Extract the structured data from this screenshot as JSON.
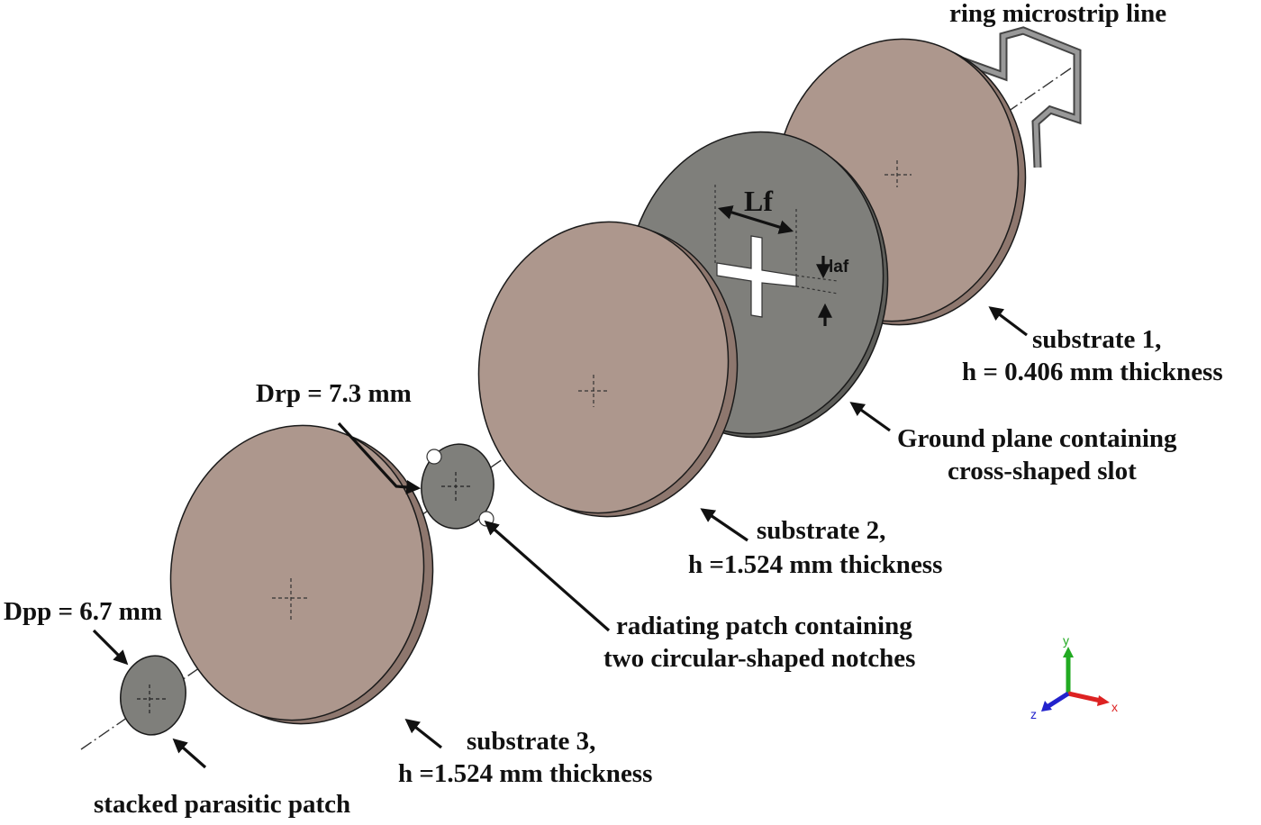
{
  "labels": {
    "ring_line": "ring microstrip line",
    "substrate1_name": "substrate 1,",
    "substrate1_h": "h = 0.406 mm thickness",
    "ground_line1": "Ground plane containing",
    "ground_line2": "cross-shaped slot",
    "substrate2_name": "substrate 2,",
    "substrate2_h": "h =1.524 mm thickness",
    "drp": "Drp = 7.3 mm",
    "radiating_line1": "radiating patch containing",
    "radiating_line2": "two circular-shaped notches",
    "substrate3_name": "substrate 3,",
    "substrate3_h": "h =1.524 mm thickness",
    "dpp": "Dpp = 6.7 mm",
    "parasitic": "stacked parasitic patch",
    "lf": "Lf",
    "laf": "laf"
  },
  "axes": {
    "x": "x",
    "y": "y",
    "z": "z"
  },
  "colors": {
    "substrate": "#ad978d",
    "substrate_edge": "#8e776e",
    "metal": "#7f7f7b",
    "metal_edge": "#5e5e5a",
    "outline": "#1a1a1a",
    "axis_x": "#d22",
    "axis_y": "#2a2",
    "axis_z": "#22c"
  }
}
